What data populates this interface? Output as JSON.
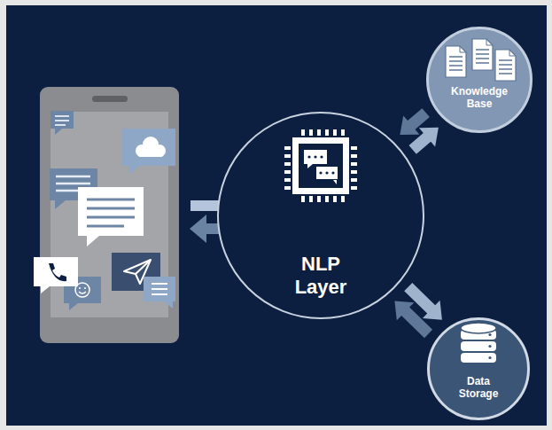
{
  "diagram": {
    "nodes": [
      {
        "text": [
          "NLP Layer"
        ]
      },
      {
        "text": [
          "Knowledge Base"
        ]
      },
      {
        "text": [
          "Data Storage"
        ]
      }
    ],
    "edges": [
      {
        "from": 0,
        "to": 1,
        "arrow": "both"
      },
      {
        "from": 0,
        "to": 2,
        "arrow": "both"
      }
    ]
  }
}
